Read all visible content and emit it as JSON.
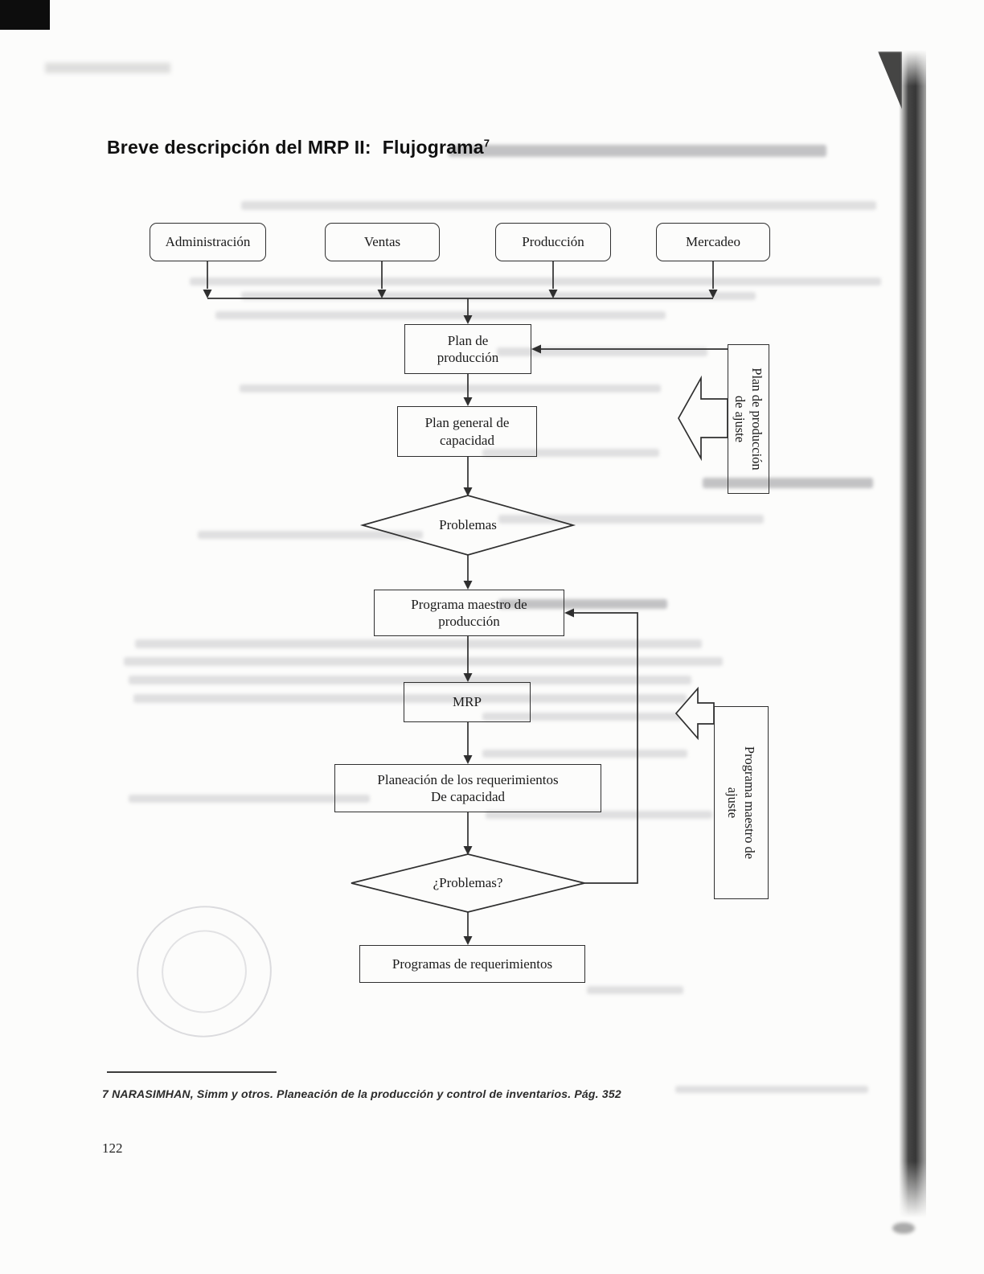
{
  "page": {
    "title_prefix": "Breve descripción del MRP II:",
    "title_word": "Flujograma",
    "title_sup": "7",
    "footnote": "7  NARASIMHAN, Simm y otros.  Planeación de la producción y control de inventarios.  Pág. 352",
    "page_number": "122"
  },
  "colors": {
    "ink": "#2f2f2f",
    "paper": "#fcfcfb"
  },
  "flowchart": {
    "departments": [
      {
        "label": "Administración"
      },
      {
        "label": "Ventas"
      },
      {
        "label": "Producción"
      },
      {
        "label": "Mercadeo"
      }
    ],
    "plan_produccion": {
      "line1": "Plan de",
      "line2": "producción"
    },
    "plan_general_capacidad": {
      "line1": "Plan general de",
      "line2": "capacidad"
    },
    "decision_problemas": {
      "label": "Problemas"
    },
    "programa_maestro": {
      "line1": "Programa maestro de",
      "line2": "producción"
    },
    "mrp": {
      "label": "MRP"
    },
    "planeacion_requerimientos": {
      "line1": "Planeación de los requerimientos",
      "line2": "De capacidad"
    },
    "decision_problemas_2": {
      "label": "¿Problemas?"
    },
    "programas_requerimientos": {
      "label": "Programas de requerimientos"
    },
    "plan_ajuste": {
      "line1": "Plan de producción",
      "line2": "de ajuste"
    },
    "programa_ajuste": {
      "line1": "Programa maestro de",
      "line2": "ajuste"
    }
  }
}
